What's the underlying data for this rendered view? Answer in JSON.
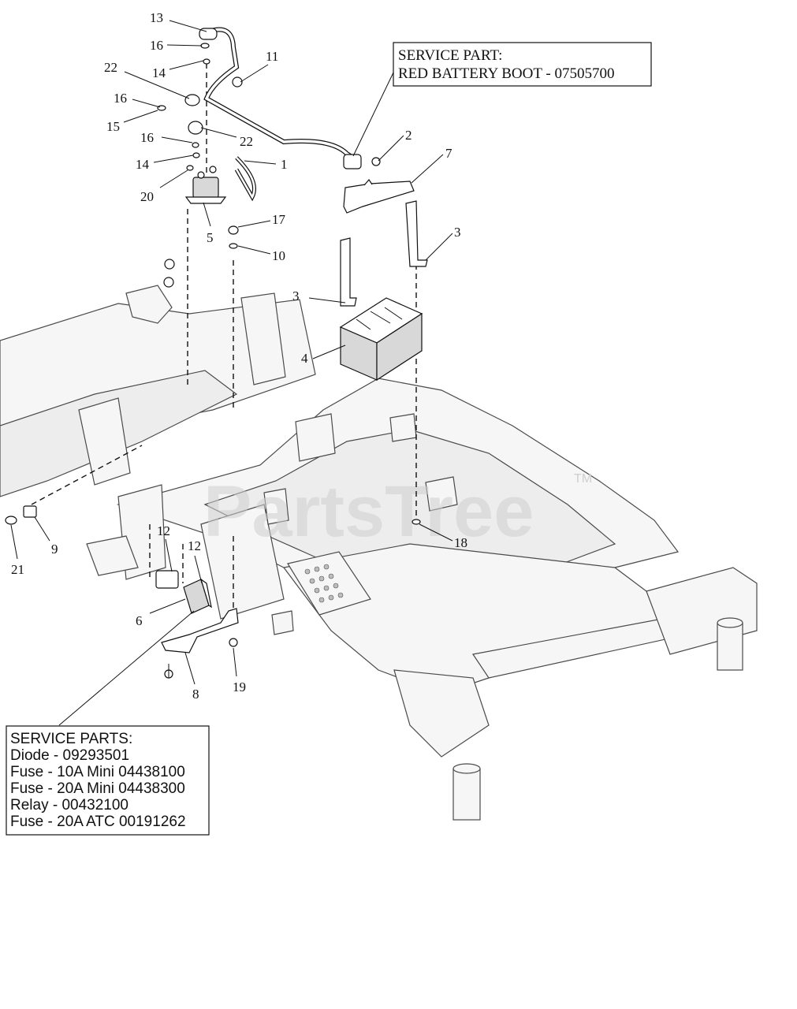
{
  "service_part_box": {
    "line1": "SERVICE PART:",
    "line2": "RED BATTERY BOOT - 07505700"
  },
  "service_parts_box": {
    "title": "SERVICE PARTS:",
    "items": [
      "Diode - 09293501",
      "Fuse - 10A Mini 04438100",
      "Fuse - 20A Mini 04438300",
      "Relay - 00432100",
      "Fuse - 20A ATC 00191262"
    ]
  },
  "watermark": {
    "text": "PartsTree",
    "trademark": "TM"
  },
  "callouts": {
    "c13": "13",
    "c16a": "16",
    "c14a": "14",
    "c22a": "22",
    "c11": "11",
    "c16b": "16",
    "c15": "15",
    "c16c": "16",
    "c22b": "22",
    "c14b": "14",
    "c1": "1",
    "c20": "20",
    "c5": "5",
    "c2": "2",
    "c7": "7",
    "c3a": "3",
    "c17": "17",
    "c10": "10",
    "c3b": "3",
    "c4": "4",
    "c18": "18",
    "c9": "9",
    "c21": "21",
    "c12a": "12",
    "c12b": "12",
    "c6": "6",
    "c8": "8",
    "c19": "19"
  }
}
